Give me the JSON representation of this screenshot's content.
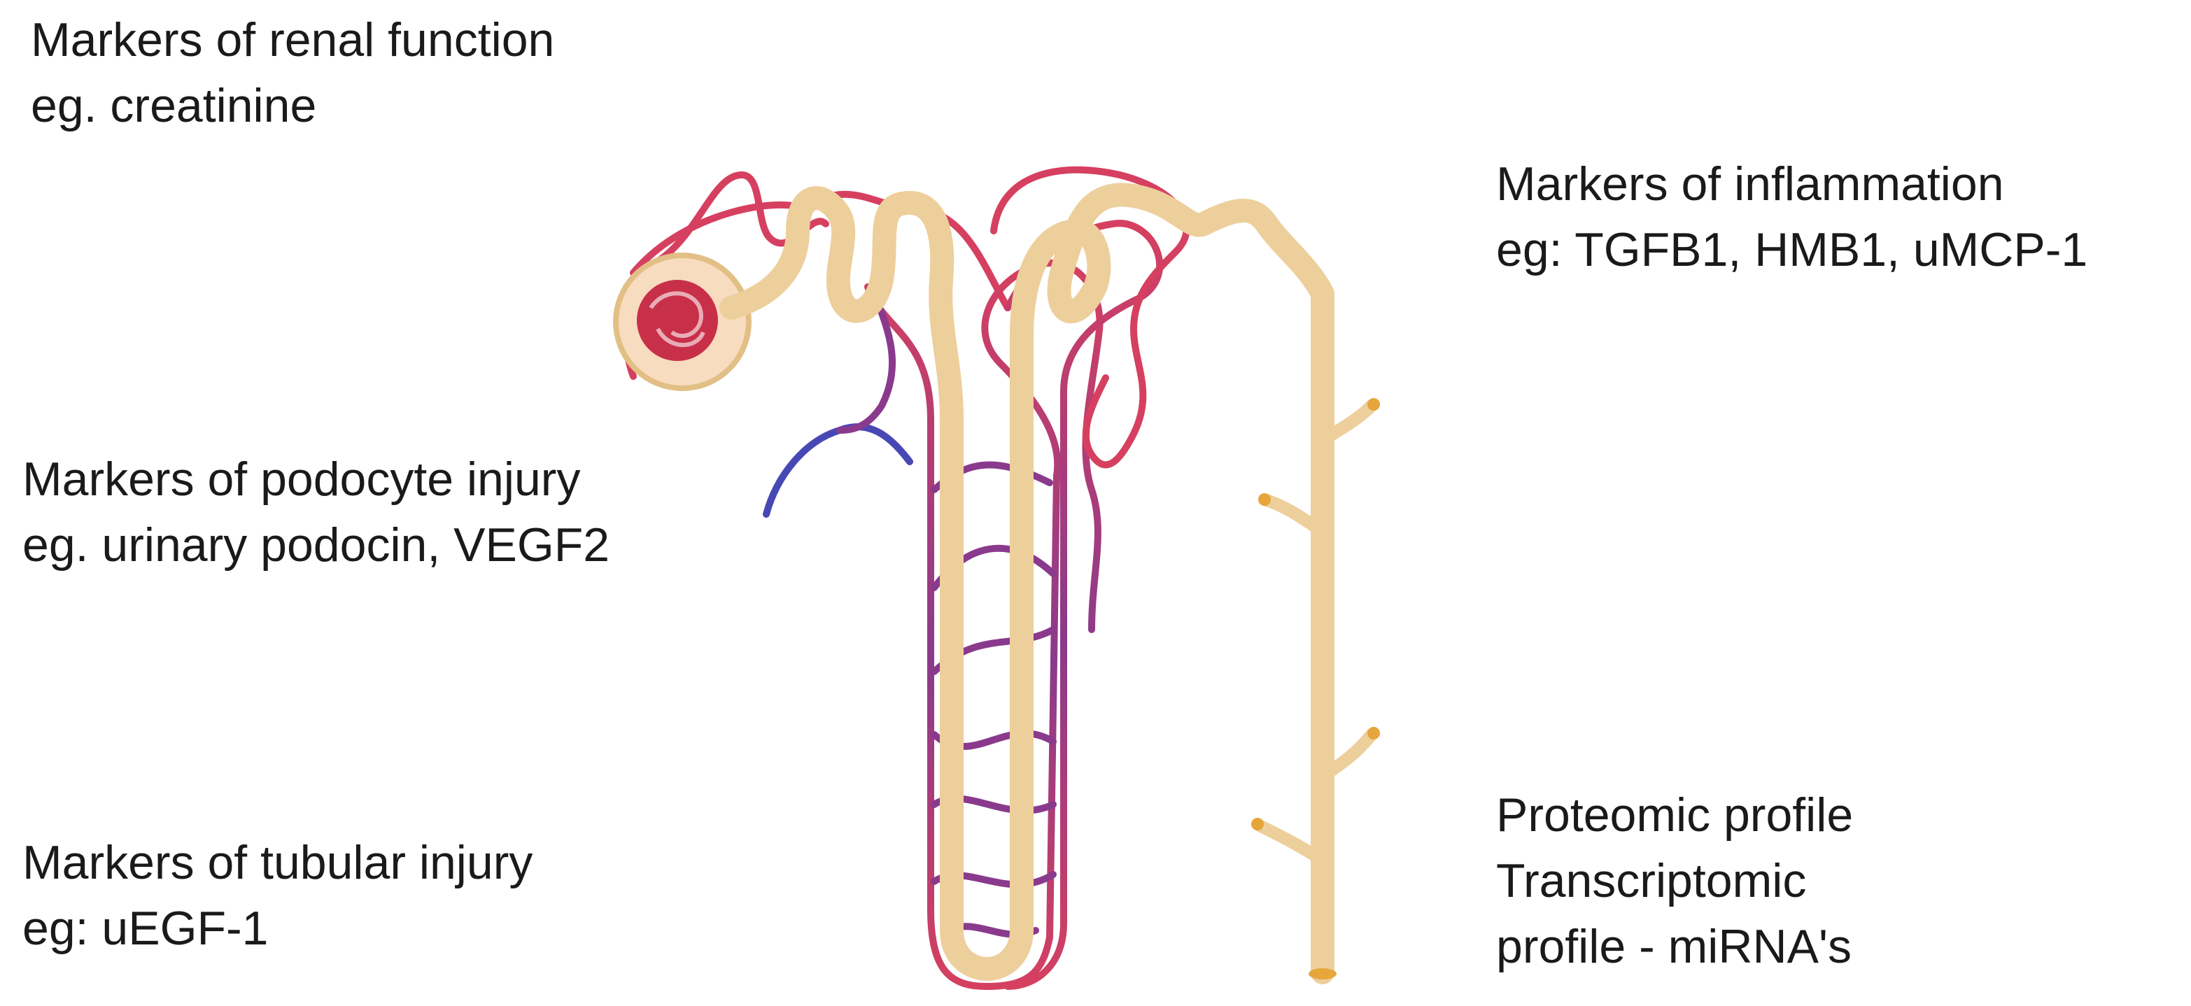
{
  "labels": {
    "renal": {
      "line1": "Markers of renal function",
      "line2": "eg. creatinine"
    },
    "inflammation": {
      "line1": "Markers of inflammation",
      "line2": "eg: TGFB1, HMB1, uMCP-1"
    },
    "podocyte": {
      "line1": "Markers of podocyte injury",
      "line2": "eg. urinary podocin, VEGF2"
    },
    "tubular": {
      "line1": "Markers of tubular injury",
      "line2": "eg: uEGF-1"
    },
    "omics": {
      "line1": "Proteomic profile",
      "line2": "Transcriptomic",
      "line3": "profile - miRNA's"
    }
  },
  "colors": {
    "tubule": "#edcf9c",
    "tubule_edge": "#e2bf85",
    "duct_tip": "#e6a63c",
    "vessel_red": "#d64060",
    "vessel_purple": "#8a3a8c",
    "vessel_blue": "#4848b4",
    "glomerulus": "#c8304a",
    "capsule": "#f8dcc0"
  }
}
